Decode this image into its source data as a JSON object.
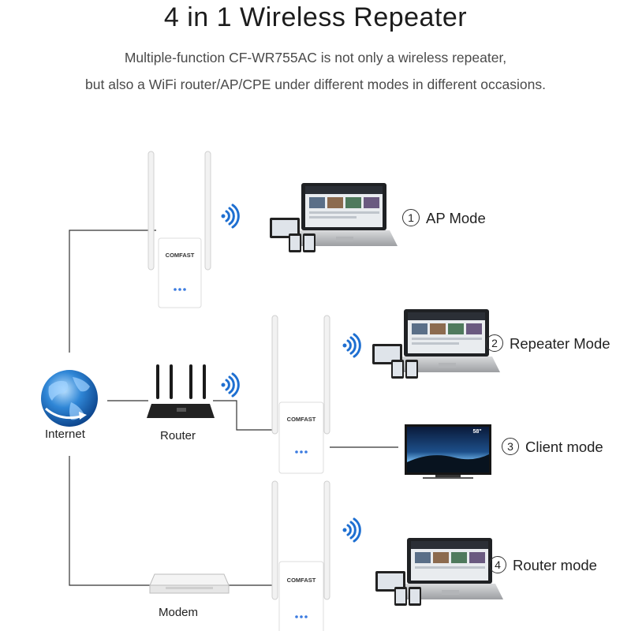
{
  "header": {
    "title": "4 in 1 Wireless Repeater",
    "subtitle_line1": "Multiple-function CF-WR755AC is not only a wireless repeater,",
    "subtitle_line2": "but also a WiFi router/AP/CPE under different modes in different occasions."
  },
  "devices": {
    "internet_label": "Internet",
    "router_label": "Router",
    "modem_label": "Modem",
    "repeater_brand": "COMFAST",
    "tv_size": "58\""
  },
  "modes": [
    {
      "num": "1",
      "label": "AP Mode"
    },
    {
      "num": "2",
      "label": "Repeater Mode"
    },
    {
      "num": "3",
      "label": "Client mode"
    },
    {
      "num": "4",
      "label": "Router mode"
    }
  ],
  "icons": [
    "wifi-signal-icon",
    "globe-icon",
    "laptop-icon",
    "tablet-icon",
    "phone-icon",
    "tv-icon"
  ]
}
